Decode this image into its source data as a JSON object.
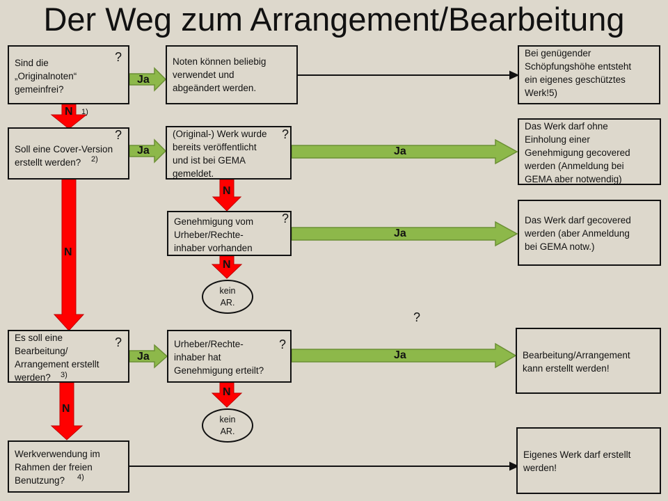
{
  "title": "Der Weg zum Arrangement/Bearbeitung",
  "boxes": {
    "q1": [
      "Sind die",
      "„Originalnoten“",
      "gemeinfrei?"
    ],
    "q2": [
      "Soll eine Cover-Version",
      "erstellt werden?"
    ],
    "q3": [
      "Es soll eine",
      "Bearbeitung/",
      "Arrangement erstellt",
      "werden?"
    ],
    "q4": [
      "Werkverwendung  im",
      "Rahmen der freien",
      "Benutzung?"
    ],
    "m1": [
      "Noten können beliebig",
      "verwendet und",
      "abgeändert werden."
    ],
    "m2": [
      "(Original-) Werk wurde",
      "bereits veröffentlicht",
      "und ist bei GEMA",
      "gemeldet."
    ],
    "m3": [
      "Genehmigung vom",
      "Urheber/Rechte-",
      "inhaber vorhanden"
    ],
    "m4": [
      "Urheber/Rechte-",
      "inhaber hat",
      "Genehmigung erteilt?"
    ],
    "r1": [
      "Bei genügender",
      "Schöpfungshöhe entsteht",
      "ein eigenes geschütztes",
      "Werk!5)"
    ],
    "r2": [
      "Das Werk darf ohne",
      "Einholung einer",
      "Genehmigung gecovered",
      "werden (Anmeldung bei",
      "GEMA  aber notwendig)"
    ],
    "r3": [
      "Das Werk darf gecovered",
      "werden (aber Anmeldung",
      "bei GEMA notw.)"
    ],
    "r4": [
      "Bearbeitung/Arrangement",
      "kann erstellt werden!"
    ],
    "r5": [
      "Eigenes Werk darf erstellt",
      "werden!"
    ]
  },
  "ovals": {
    "o1": [
      "kein",
      "AR."
    ],
    "o2": [
      "kein",
      "AR."
    ]
  },
  "labels": {
    "ja": "Ja",
    "n": "N",
    "question": "?"
  },
  "footnotes": {
    "f1": "1)",
    "f2": "2)",
    "f3": "3)",
    "f4": "4)"
  },
  "colors": {
    "yes_arrow": "#8db84a",
    "no_arrow": "#ff0000",
    "background": "#ddd8cc"
  }
}
